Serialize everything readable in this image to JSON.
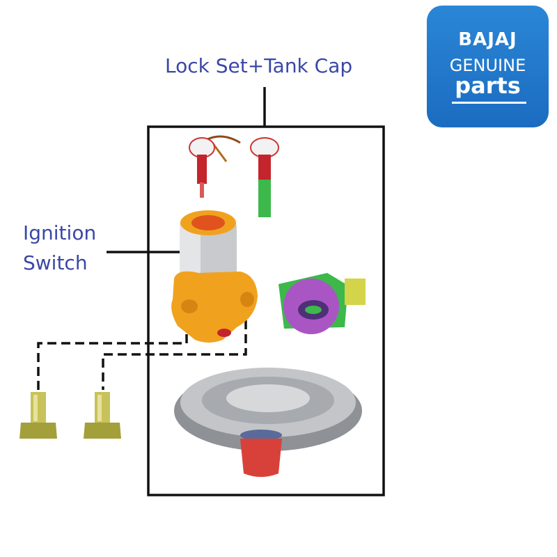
{
  "labels": {
    "kit": "Lock Set+Tank Cap",
    "ignition_line1": "Ignition",
    "ignition_line2": "Switch"
  },
  "logo": {
    "brand": "BAJAJ",
    "line2": "GENUINE",
    "line3": "parts"
  },
  "colors": {
    "label_text": "#3a47a6",
    "logo_bg": "#1f74c8",
    "frame": "#111111",
    "orange_part": "#f0a21e",
    "silver_part": "#b9bcc0",
    "green_wire": "#3cb94a",
    "red_wire": "#c4242c",
    "purple_lock": "#a956c4",
    "bolt_olive": "#c8c25a"
  },
  "icons": {
    "ignition_switch": "ignition-switch-icon",
    "steering_lock": "steering-lock-icon",
    "tank_cap": "fuel-tank-cap-icon",
    "bolt": "bolt-icon",
    "wire_connectors": "wire-connector-icon"
  }
}
